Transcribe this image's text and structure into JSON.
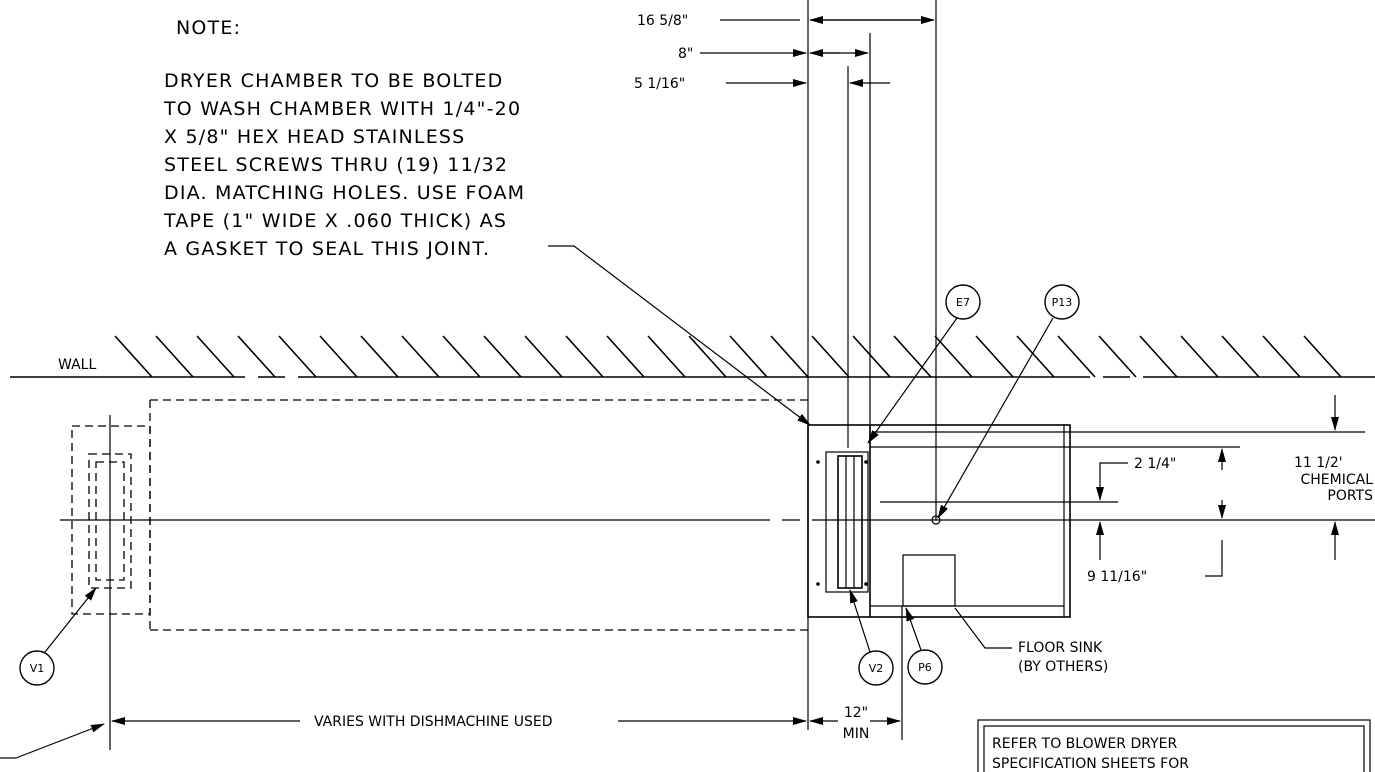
{
  "note": {
    "heading": "NOTE:",
    "lines": [
      "DRYER CHAMBER TO BE BOLTED",
      "TO WASH CHAMBER WITH 1/4\"-20",
      "X 5/8\" HEX HEAD STAINLESS",
      "STEEL SCREWS THRU (19) 11/32",
      "DIA. MATCHING HOLES. USE FOAM",
      "TAPE (1\" WIDE X .060 THICK) AS",
      "A GASKET TO SEAL THIS JOINT."
    ]
  },
  "dimensions": {
    "top_1": "16 5/8\"",
    "top_2": "8\"",
    "top_3": "5 1/16\"",
    "right_1": "2 1/4\"",
    "right_2": "9 11/16\"",
    "right_3_value": "11 1/2'",
    "right_3_label_1": "CHEMICAL",
    "right_3_label_2": "PORTS",
    "bottom_varies": "VARIES WITH DISHMACHINE USED",
    "bottom_min_value": "12\"",
    "bottom_min_label": "MIN"
  },
  "labels": {
    "wall": "WALL",
    "floor_sink_1": "FLOOR SINK",
    "floor_sink_2": "(BY OTHERS)"
  },
  "callouts": {
    "e7": "E7",
    "p13": "P13",
    "v1": "V1",
    "v2": "V2",
    "p6": "P6"
  },
  "reference_box": {
    "line_1": "REFER TO BLOWER DRYER",
    "line_2": "SPECIFICATION SHEETS FOR"
  }
}
